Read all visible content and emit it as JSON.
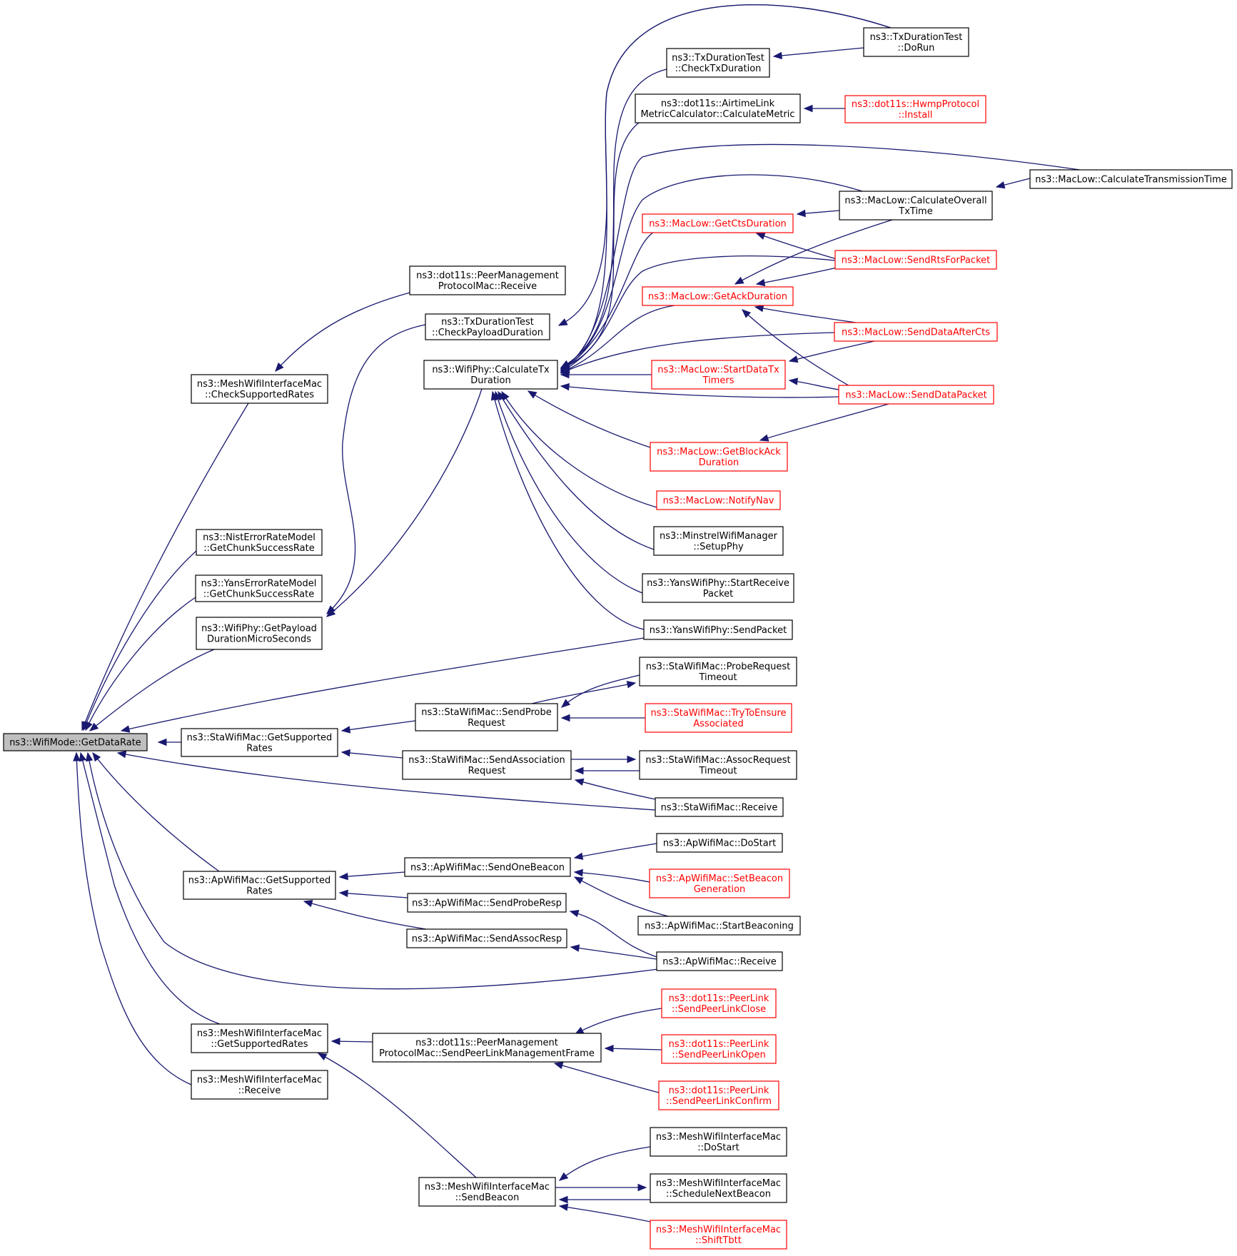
{
  "colors": {
    "edge": "#191970",
    "node_border": "#000000",
    "node_border_incomplete": "#ff0000",
    "root_fill": "#bfbfbf"
  },
  "nodes": [
    {
      "id": "root",
      "lines": [
        "ns3::WifiMode::GetDataRate"
      ],
      "style": "root"
    },
    {
      "id": "mesh_csr",
      "lines": [
        "ns3::MeshWifiInterfaceMac",
        "::CheckSupportedRates"
      ],
      "style": "normal"
    },
    {
      "id": "nist",
      "lines": [
        "ns3::NistErrorRateModel",
        "::GetChunkSuccessRate"
      ],
      "style": "normal"
    },
    {
      "id": "yans_err",
      "lines": [
        "ns3::YansErrorRateModel",
        "::GetChunkSuccessRate"
      ],
      "style": "normal"
    },
    {
      "id": "payload",
      "lines": [
        "ns3::WifiPhy::GetPayload",
        "DurationMicroSeconds"
      ],
      "style": "normal"
    },
    {
      "id": "sta_gsr",
      "lines": [
        "ns3::StaWifiMac::GetSupported",
        "Rates"
      ],
      "style": "normal"
    },
    {
      "id": "ap_gsr",
      "lines": [
        "ns3::ApWifiMac::GetSupported",
        "Rates"
      ],
      "style": "normal"
    },
    {
      "id": "mesh_gsr",
      "lines": [
        "ns3::MeshWifiInterfaceMac",
        "::GetSupportedRates"
      ],
      "style": "normal"
    },
    {
      "id": "mesh_recv",
      "lines": [
        "ns3::MeshWifiInterfaceMac",
        "::Receive"
      ],
      "style": "normal"
    },
    {
      "id": "pm_recv",
      "lines": [
        "ns3::dot11s::PeerManagement",
        "ProtocolMac::Receive"
      ],
      "style": "normal"
    },
    {
      "id": "check_payload",
      "lines": [
        "ns3::TxDurationTest",
        "::CheckPayloadDuration"
      ],
      "style": "normal"
    },
    {
      "id": "calc_tx",
      "lines": [
        "ns3::WifiPhy::CalculateTx",
        "Duration"
      ],
      "style": "normal"
    },
    {
      "id": "sta_probe",
      "lines": [
        "ns3::StaWifiMac::SendProbe",
        "Request"
      ],
      "style": "normal"
    },
    {
      "id": "sta_assoc",
      "lines": [
        "ns3::StaWifiMac::SendAssociation",
        "Request"
      ],
      "style": "normal"
    },
    {
      "id": "ap_beacon",
      "lines": [
        "ns3::ApWifiMac::SendOneBeacon"
      ],
      "style": "normal"
    },
    {
      "id": "ap_proberesp",
      "lines": [
        "ns3::ApWifiMac::SendProbeResp"
      ],
      "style": "normal"
    },
    {
      "id": "ap_assocresp",
      "lines": [
        "ns3::ApWifiMac::SendAssocResp"
      ],
      "style": "normal"
    },
    {
      "id": "pm_send",
      "lines": [
        "ns3::dot11s::PeerManagement",
        "ProtocolMac::SendPeerLinkManagementFrame"
      ],
      "style": "normal"
    },
    {
      "id": "mesh_beacon",
      "lines": [
        "ns3::MeshWifiInterfaceMac",
        "::SendBeacon"
      ],
      "style": "normal"
    },
    {
      "id": "check_tx",
      "lines": [
        "ns3::TxDurationTest",
        "::CheckTxDuration"
      ],
      "style": "normal"
    },
    {
      "id": "airtime",
      "lines": [
        "ns3::dot11s::AirtimeLink",
        "MetricCalculator::CalculateMetric"
      ],
      "style": "normal"
    },
    {
      "id": "cts_dur",
      "lines": [
        "ns3::MacLow::GetCtsDuration"
      ],
      "style": "red"
    },
    {
      "id": "ack_dur",
      "lines": [
        "ns3::MacLow::GetAckDuration"
      ],
      "style": "red"
    },
    {
      "id": "start_timers",
      "lines": [
        "ns3::MacLow::StartDataTx",
        "Timers"
      ],
      "style": "red"
    },
    {
      "id": "blockack",
      "lines": [
        "ns3::MacLow::GetBlockAck",
        "Duration"
      ],
      "style": "red"
    },
    {
      "id": "notify_nav",
      "lines": [
        "ns3::MacLow::NotifyNav"
      ],
      "style": "red"
    },
    {
      "id": "minstrel",
      "lines": [
        "ns3::MinstrelWifiManager",
        "::SetupPhy"
      ],
      "style": "normal"
    },
    {
      "id": "yans_start",
      "lines": [
        "ns3::YansWifiPhy::StartReceive",
        "Packet"
      ],
      "style": "normal"
    },
    {
      "id": "yans_send",
      "lines": [
        "ns3::YansWifiPhy::SendPacket"
      ],
      "style": "normal"
    },
    {
      "id": "sta_probe_to",
      "lines": [
        "ns3::StaWifiMac::ProbeRequest",
        "Timeout"
      ],
      "style": "normal"
    },
    {
      "id": "sta_try",
      "lines": [
        "ns3::StaWifiMac::TryToEnsure",
        "Associated"
      ],
      "style": "red"
    },
    {
      "id": "sta_assoc_to",
      "lines": [
        "ns3::StaWifiMac::AssocRequest",
        "Timeout"
      ],
      "style": "normal"
    },
    {
      "id": "sta_recv",
      "lines": [
        "ns3::StaWifiMac::Receive"
      ],
      "style": "normal"
    },
    {
      "id": "ap_dostart",
      "lines": [
        "ns3::ApWifiMac::DoStart"
      ],
      "style": "normal"
    },
    {
      "id": "ap_setbeacon",
      "lines": [
        "ns3::ApWifiMac::SetBeacon",
        "Generation"
      ],
      "style": "red"
    },
    {
      "id": "ap_startbeacon",
      "lines": [
        "ns3::ApWifiMac::StartBeaconing"
      ],
      "style": "normal"
    },
    {
      "id": "ap_recv",
      "lines": [
        "ns3::ApWifiMac::Receive"
      ],
      "style": "normal"
    },
    {
      "id": "pl_close",
      "lines": [
        "ns3::dot11s::PeerLink",
        "::SendPeerLinkClose"
      ],
      "style": "red"
    },
    {
      "id": "pl_open",
      "lines": [
        "ns3::dot11s::PeerLink",
        "::SendPeerLinkOpen"
      ],
      "style": "red"
    },
    {
      "id": "pl_confirm",
      "lines": [
        "ns3::dot11s::PeerLink",
        "::SendPeerLinkConfirm"
      ],
      "style": "red"
    },
    {
      "id": "mesh_dostart",
      "lines": [
        "ns3::MeshWifiInterfaceMac",
        "::DoStart"
      ],
      "style": "normal"
    },
    {
      "id": "mesh_sched",
      "lines": [
        "ns3::MeshWifiInterfaceMac",
        "::ScheduleNextBeacon"
      ],
      "style": "normal"
    },
    {
      "id": "mesh_shift",
      "lines": [
        "ns3::MeshWifiInterfaceMac",
        "::ShiftTbtt"
      ],
      "style": "red"
    },
    {
      "id": "tx_dorun",
      "lines": [
        "ns3::TxDurationTest",
        "::DoRun"
      ],
      "style": "normal"
    },
    {
      "id": "hwmp",
      "lines": [
        "ns3::dot11s::HwmpProtocol",
        "::Install"
      ],
      "style": "red"
    },
    {
      "id": "calc_overall",
      "lines": [
        "ns3::MacLow::CalculateOverall",
        "TxTime"
      ],
      "style": "normal"
    },
    {
      "id": "send_rts",
      "lines": [
        "ns3::MacLow::SendRtsForPacket"
      ],
      "style": "red"
    },
    {
      "id": "send_after_cts",
      "lines": [
        "ns3::MacLow::SendDataAfterCts"
      ],
      "style": "red"
    },
    {
      "id": "send_data",
      "lines": [
        "ns3::MacLow::SendDataPacket"
      ],
      "style": "red"
    },
    {
      "id": "calc_trans",
      "lines": [
        "ns3::MacLow::CalculateTransmissionTime"
      ],
      "style": "normal"
    }
  ],
  "edges": [
    {
      "from": "mesh_csr",
      "to": "root"
    },
    {
      "from": "nist",
      "to": "root"
    },
    {
      "from": "yans_err",
      "to": "root"
    },
    {
      "from": "payload",
      "to": "root"
    },
    {
      "from": "yans_send",
      "to": "root"
    },
    {
      "from": "sta_gsr",
      "to": "root"
    },
    {
      "from": "sta_recv",
      "to": "root"
    },
    {
      "from": "ap_gsr",
      "to": "root"
    },
    {
      "from": "ap_recv",
      "to": "root"
    },
    {
      "from": "mesh_gsr",
      "to": "root"
    },
    {
      "from": "mesh_recv",
      "to": "root"
    },
    {
      "from": "pm_recv",
      "to": "mesh_csr"
    },
    {
      "from": "check_payload",
      "to": "payload"
    },
    {
      "from": "calc_tx",
      "to": "payload"
    },
    {
      "from": "sta_probe",
      "to": "sta_gsr"
    },
    {
      "from": "sta_assoc",
      "to": "sta_gsr"
    },
    {
      "from": "ap_beacon",
      "to": "ap_gsr"
    },
    {
      "from": "ap_proberesp",
      "to": "ap_gsr"
    },
    {
      "from": "ap_assocresp",
      "to": "ap_gsr"
    },
    {
      "from": "pm_send",
      "to": "mesh_gsr"
    },
    {
      "from": "mesh_beacon",
      "to": "mesh_gsr"
    },
    {
      "from": "tx_dorun",
      "to": "check_payload"
    },
    {
      "from": "check_tx",
      "to": "calc_tx"
    },
    {
      "from": "tx_dorun",
      "to": "calc_tx"
    },
    {
      "from": "airtime",
      "to": "calc_tx"
    },
    {
      "from": "calc_trans",
      "to": "calc_tx"
    },
    {
      "from": "calc_overall",
      "to": "calc_tx"
    },
    {
      "from": "cts_dur",
      "to": "calc_tx"
    },
    {
      "from": "send_rts",
      "to": "calc_tx"
    },
    {
      "from": "ack_dur",
      "to": "calc_tx"
    },
    {
      "from": "send_after_cts",
      "to": "calc_tx"
    },
    {
      "from": "start_timers",
      "to": "calc_tx"
    },
    {
      "from": "send_data",
      "to": "calc_tx"
    },
    {
      "from": "blockack",
      "to": "calc_tx"
    },
    {
      "from": "notify_nav",
      "to": "calc_tx"
    },
    {
      "from": "minstrel",
      "to": "calc_tx"
    },
    {
      "from": "yans_start",
      "to": "calc_tx"
    },
    {
      "from": "yans_send",
      "to": "calc_tx"
    },
    {
      "from": "sta_probe_to",
      "to": "sta_probe"
    },
    {
      "from": "sta_try",
      "to": "sta_probe"
    },
    {
      "from": "sta_assoc_to",
      "to": "sta_assoc"
    },
    {
      "from": "sta_recv",
      "to": "sta_assoc"
    },
    {
      "from": "sta_probe",
      "to": "sta_probe_to"
    },
    {
      "from": "sta_assoc",
      "to": "sta_assoc_to"
    },
    {
      "from": "ap_dostart",
      "to": "ap_beacon"
    },
    {
      "from": "ap_setbeacon",
      "to": "ap_beacon"
    },
    {
      "from": "ap_startbeacon",
      "to": "ap_beacon"
    },
    {
      "from": "ap_recv",
      "to": "ap_proberesp"
    },
    {
      "from": "ap_recv",
      "to": "ap_assocresp"
    },
    {
      "from": "pl_close",
      "to": "pm_send"
    },
    {
      "from": "pl_open",
      "to": "pm_send"
    },
    {
      "from": "pl_confirm",
      "to": "pm_send"
    },
    {
      "from": "mesh_dostart",
      "to": "mesh_beacon"
    },
    {
      "from": "mesh_sched",
      "to": "mesh_beacon"
    },
    {
      "from": "mesh_beacon",
      "to": "mesh_sched"
    },
    {
      "from": "mesh_shift",
      "to": "mesh_beacon"
    },
    {
      "from": "tx_dorun",
      "to": "check_tx"
    },
    {
      "from": "hwmp",
      "to": "airtime"
    },
    {
      "from": "calc_overall",
      "to": "cts_dur"
    },
    {
      "from": "send_rts",
      "to": "cts_dur"
    },
    {
      "from": "calc_overall",
      "to": "ack_dur"
    },
    {
      "from": "send_rts",
      "to": "ack_dur"
    },
    {
      "from": "send_after_cts",
      "to": "ack_dur"
    },
    {
      "from": "send_data",
      "to": "ack_dur"
    },
    {
      "from": "send_after_cts",
      "to": "start_timers"
    },
    {
      "from": "send_data",
      "to": "start_timers"
    },
    {
      "from": "send_data",
      "to": "blockack"
    },
    {
      "from": "calc_trans",
      "to": "calc_overall"
    }
  ]
}
